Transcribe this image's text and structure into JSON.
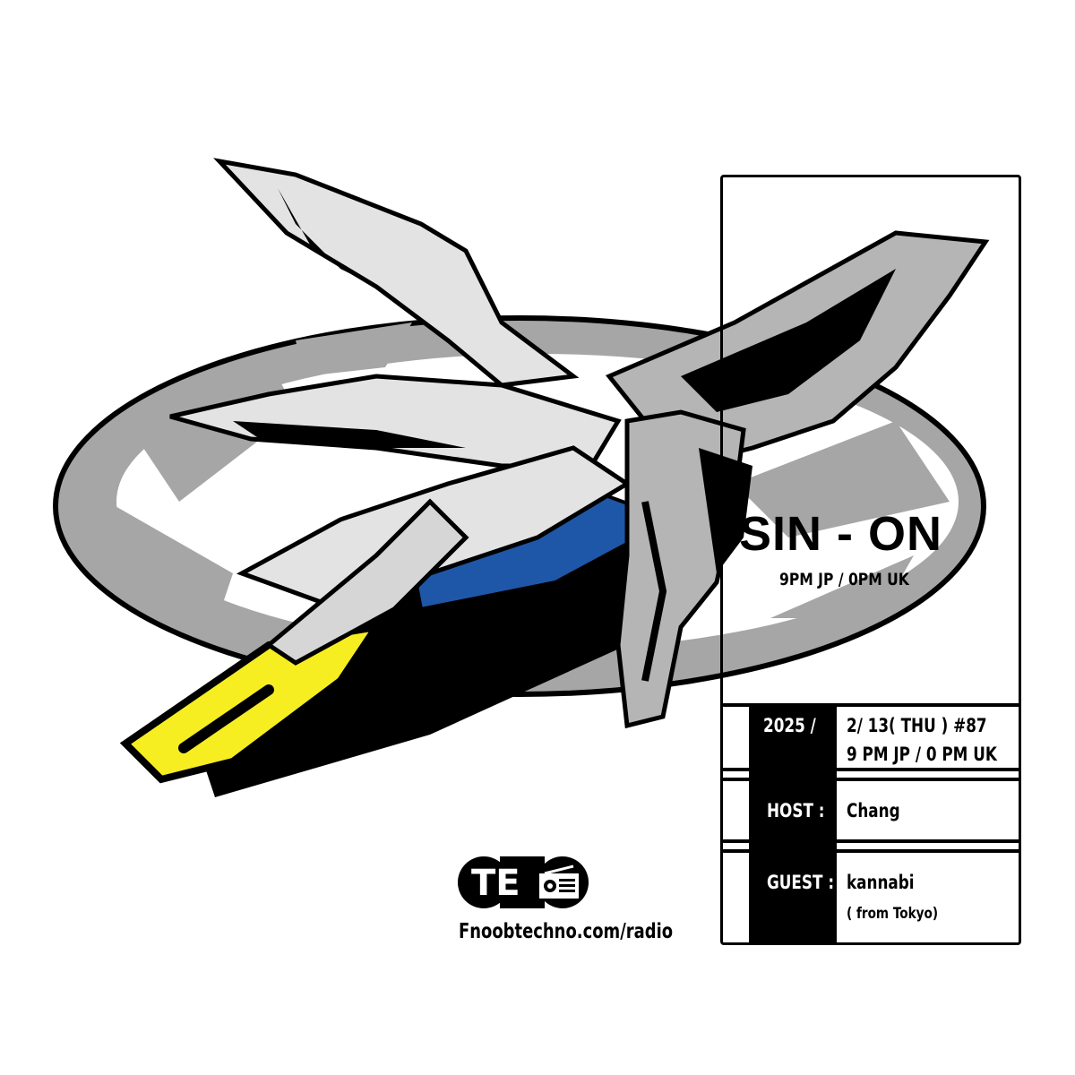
{
  "show": {
    "title": "SIN - ON",
    "subtitle": "9PM JP / 0PM UK"
  },
  "info": {
    "year": "2025 /",
    "date": "2/ 13( THU ) #87",
    "time": "9 PM JP / 0 PM UK",
    "host_label": "HOST :",
    "host": "Chang",
    "guest_label": "GUEST :",
    "guest": "kannabi",
    "guest_note": "( from Tokyo)"
  },
  "brand": {
    "logo_text": "TE",
    "url": "Fnoobtechno.com/radio"
  },
  "colors": {
    "blue": "#1f57a8",
    "yellow": "#f7ee22",
    "gray": "#a6a6a6",
    "light": "#e3e3e3"
  }
}
